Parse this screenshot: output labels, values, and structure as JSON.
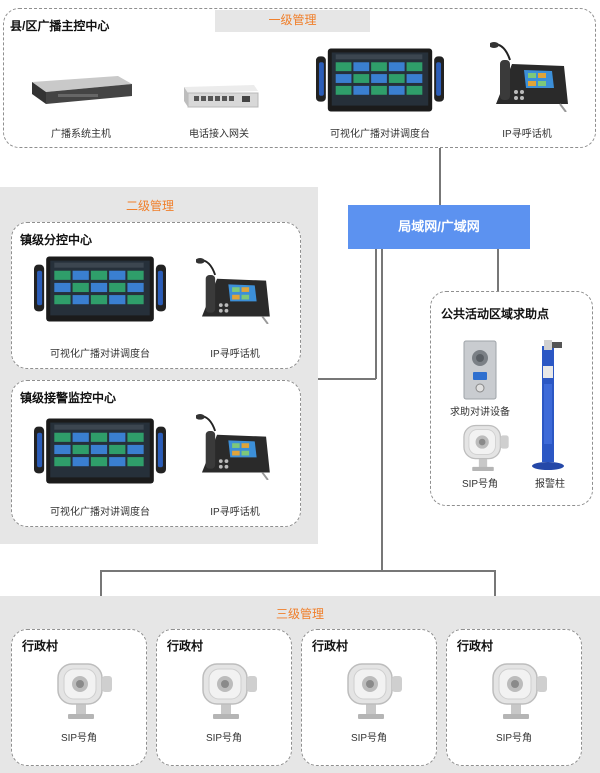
{
  "diagram": {
    "top": {
      "title": "县/区广播主控中心",
      "level_label": "一级管理",
      "devices": [
        "广播系统主机",
        "电话接入网关",
        "可视化广播对讲调度台",
        "IP寻呼话机"
      ]
    },
    "network": {
      "label": "局域网/广域网"
    },
    "second": {
      "level_label": "二级管理",
      "box1": {
        "title": "镇级分控中心",
        "devices": [
          "可视化广播对讲调度台",
          "IP寻呼话机"
        ]
      },
      "box2": {
        "title": "镇级接警监控中心",
        "devices": [
          "可视化广播对讲调度台",
          "IP寻呼话机"
        ]
      }
    },
    "public": {
      "title": "公共活动区域求助点",
      "devices": [
        "求助对讲设备",
        "SIP号角",
        "报警柱"
      ]
    },
    "third": {
      "level_label": "三级管理",
      "villages": [
        {
          "title": "行政村",
          "device": "SIP号角"
        },
        {
          "title": "行政村",
          "device": "SIP号角"
        },
        {
          "title": "行政村",
          "device": "SIP号角"
        },
        {
          "title": "行政村",
          "device": "SIP号角"
        }
      ]
    }
  }
}
